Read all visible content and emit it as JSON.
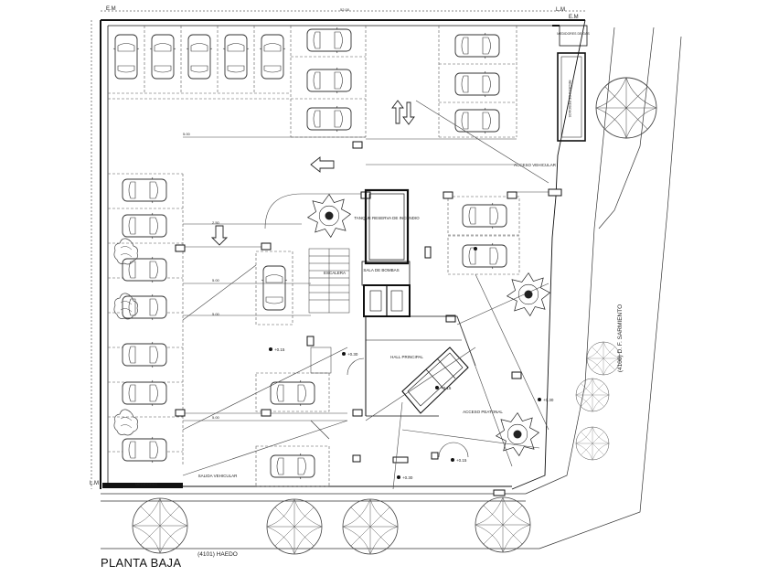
{
  "plan": {
    "title": "PLANTA BAJA",
    "street_bottom": "(4101) HAEDO",
    "street_right": "(4100) D. F. SARMIENTO",
    "em_left": "E.M",
    "em_right": "E.M",
    "lm_bottom": "L.M",
    "lm_right": "L.M",
    "labels": {
      "tanque": "TANQUE RESERVA DE INCENDIO",
      "sala_bombas": "SALA DE BOMBAS",
      "escalera": "ESCALERA",
      "hall": "HALL PRINCIPAL",
      "acceso_peatonal": "ACCESO PEATONAL",
      "acceso_vehicular": "ACCESO VEHICULAR",
      "salida_vehicular": "SALIDA VEHICULAR",
      "medidores": "MEDIDORES",
      "medidores_gas": "MEDIDORES DE GAS",
      "recinto": "RECINTO DE RESIDUOS",
      "nivel_1": "+0.15",
      "nivel_2": "+0.30",
      "nivel_3": "+0.15",
      "nivel_4": "+0.30",
      "nivel_5": "+0.30",
      "nivel_6": "+0.15"
    },
    "colors": {
      "line": "#333333",
      "wall": "#111111",
      "tree": "#444444"
    }
  }
}
